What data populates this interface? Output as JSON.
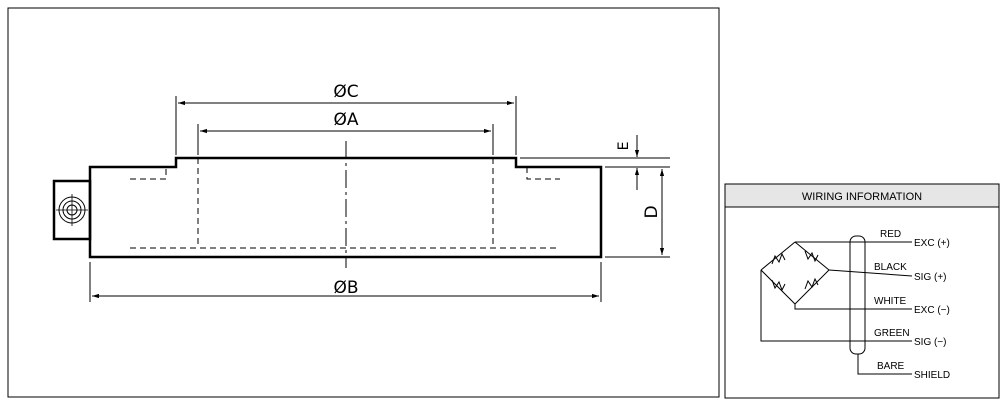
{
  "drawing": {
    "labels": {
      "dim_c": "ØC",
      "dim_a": "ØA",
      "dim_b": "ØB",
      "dim_d": "D",
      "dim_e": "E"
    }
  },
  "wiring": {
    "header": "WIRING INFORMATION",
    "wires": [
      {
        "color": "RED",
        "signal": "EXC (+)"
      },
      {
        "color": "BLACK",
        "signal": "SIG (+)"
      },
      {
        "color": "WHITE",
        "signal": "EXC (−)"
      },
      {
        "color": "GREEN",
        "signal": "SIG (−)"
      },
      {
        "color": "BARE",
        "signal": "SHIELD"
      }
    ]
  }
}
